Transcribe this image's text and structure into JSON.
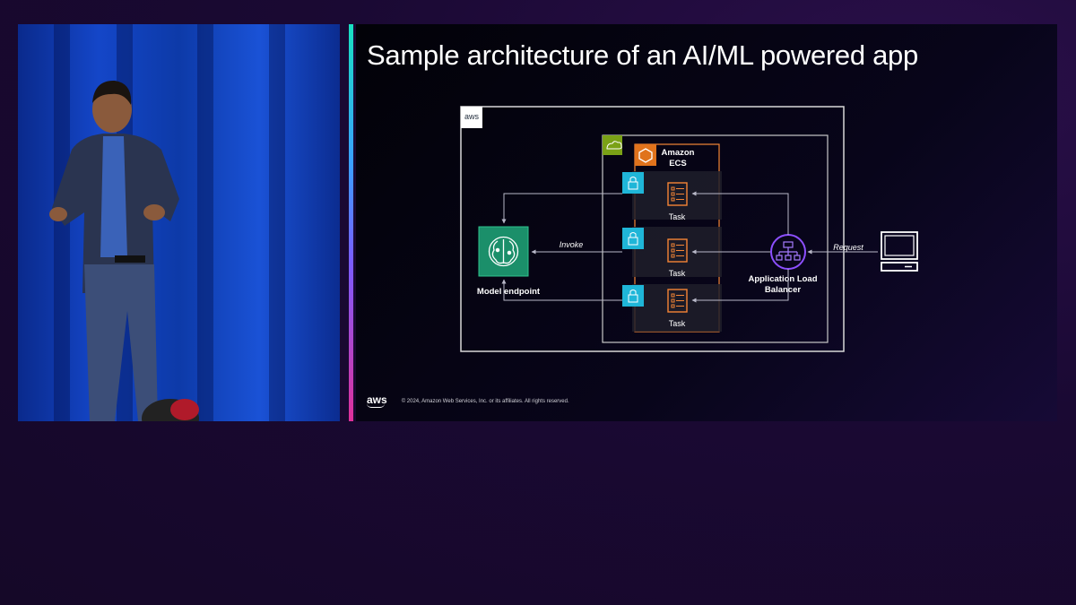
{
  "slide": {
    "title": "Sample architecture of an AI/ML powered app",
    "footer_logo": "aws",
    "copyright": "© 2024, Amazon Web Services, Inc. or its affiliates. All rights reserved."
  },
  "diagram": {
    "aws_cloud_logo": "aws",
    "ecs_label_line1": "Amazon",
    "ecs_label_line2": "ECS",
    "model_endpoint_label": "Model endpoint",
    "invoke_label": "Invoke",
    "request_label": "Request",
    "alb_label_line1": "Application Load",
    "alb_label_line2": "Balancer",
    "tasks": [
      {
        "label": "Task"
      },
      {
        "label": "Task"
      },
      {
        "label": "Task"
      }
    ]
  },
  "colors": {
    "ecs_orange": "#f58536",
    "vpc_green": "#7aa116",
    "subnet_teal": "#01a88d",
    "sagemaker_green": "#1b8f6a",
    "alb_purple": "#8c4fff",
    "security_group": "#1fb6d8"
  }
}
